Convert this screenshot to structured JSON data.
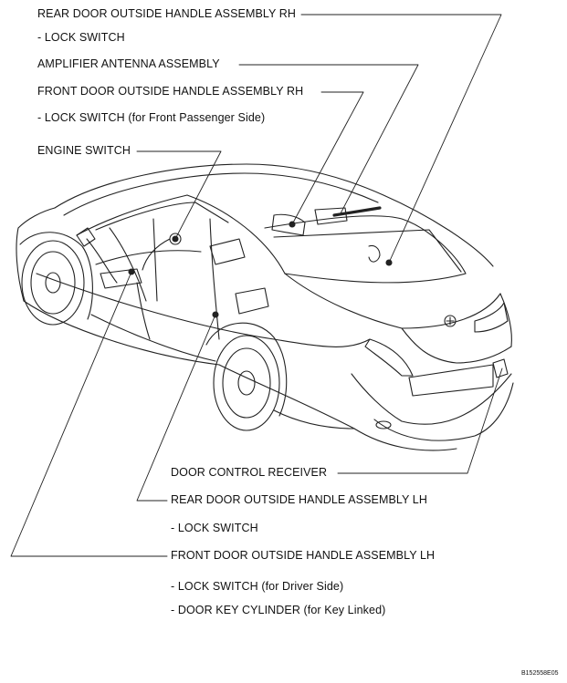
{
  "labels": {
    "rear_door_rh": "REAR DOOR OUTSIDE HANDLE ASSEMBLY RH",
    "rear_door_rh_sub": "- LOCK SWITCH",
    "amplifier_antenna": "AMPLIFIER ANTENNA ASSEMBLY",
    "front_door_rh": "FRONT DOOR OUTSIDE HANDLE ASSEMBLY RH",
    "front_door_rh_sub": "- LOCK SWITCH (for Front Passenger Side)",
    "engine_switch": "ENGINE SWITCH",
    "door_control_receiver": "DOOR CONTROL RECEIVER",
    "rear_door_lh": "REAR DOOR OUTSIDE HANDLE ASSEMBLY LH",
    "rear_door_lh_sub": "- LOCK SWITCH",
    "front_door_lh": "FRONT DOOR OUTSIDE HANDLE ASSEMBLY LH",
    "front_door_lh_sub1": "- LOCK SWITCH (for Driver Side)",
    "front_door_lh_sub2": "- DOOR KEY CYLINDER (for Key Linked)"
  },
  "figure_id": "B152558E05"
}
